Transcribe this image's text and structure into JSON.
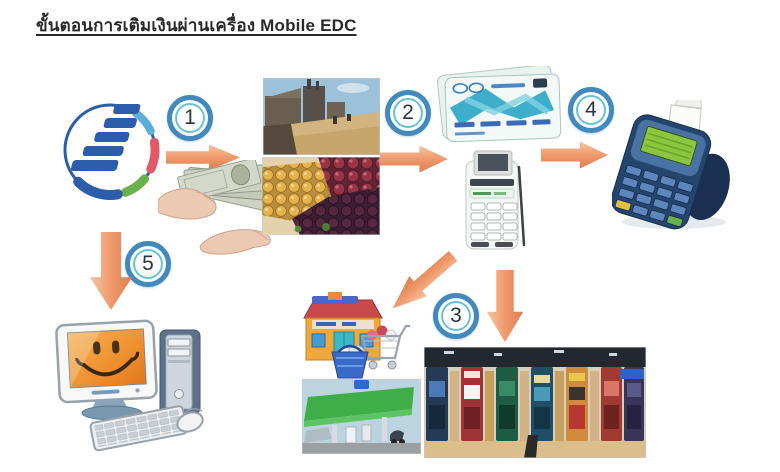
{
  "title": {
    "text": "ขั้นตอนการเติมเงินผ่านเครื่อง Mobile EDC"
  },
  "steps": [
    "1",
    "2",
    "3",
    "4",
    "5"
  ],
  "colors": {
    "background": "#ffffff",
    "title_text": "#2a2a2a",
    "arrow_fill": "#ef9a6d",
    "badge_outer_ring": "#4289bd",
    "badge_inner_ring": "#66c3d6",
    "logo_blue": "#2b5daa",
    "edc_screen_green": "#8cc63e",
    "smiley_screen_orange": "#ef8f2e",
    "canopy_green": "#3fae49"
  },
  "illustrations": {
    "logo": "bank-logo",
    "cash": "hand-giving-banknotes",
    "market": "market-photo",
    "produce": "fruit-produce-photo",
    "cards": "prepaid-cash-cards",
    "edc_small": "mobile-edc-terminal",
    "edc_large": "edc-terminal-with-receipt",
    "computer": "desktop-computer-smiley-screen",
    "shop": "retail-shop-with-cart",
    "gas_station": "gas-station-photo",
    "kiosks": "top-up-kiosk-machines-photo"
  }
}
